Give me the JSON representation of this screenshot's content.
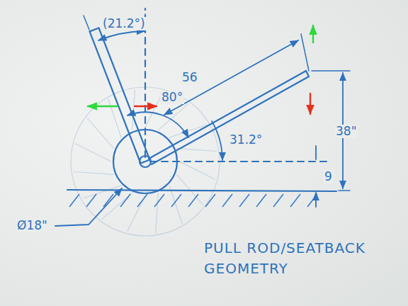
{
  "diagram": {
    "title": "PULL ROD/SEATBACK GEOMETRY",
    "labels": [
      "(21.2°)",
      "56",
      "80°",
      "31.2°",
      "38\"",
      "9",
      "Ø18\""
    ]
  }
}
